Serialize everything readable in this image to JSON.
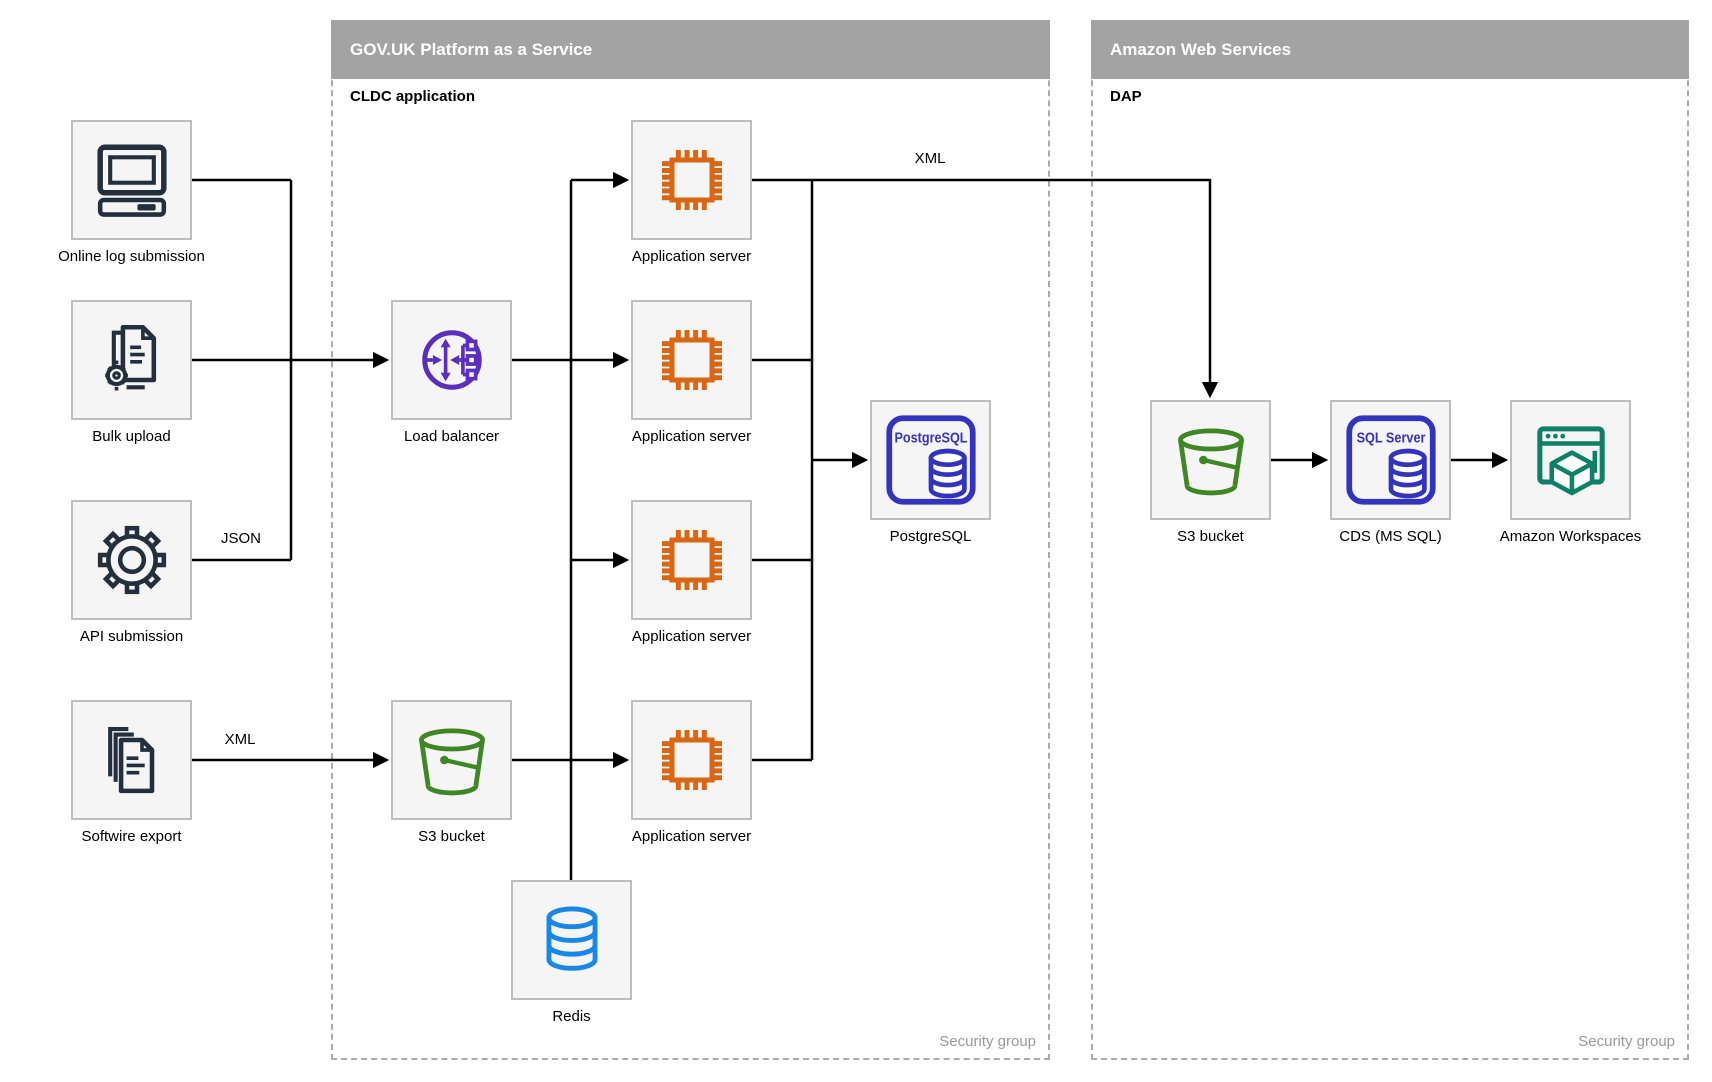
{
  "govuk_container": {
    "title": "GOV.UK Platform as a Service",
    "sublabel": "CLDC application",
    "footer": "Security group"
  },
  "aws_container": {
    "title": "Amazon Web Services",
    "sublabel": "DAP",
    "footer": "Security group"
  },
  "nodes": {
    "online_log_submission": {
      "label": "Online log submission"
    },
    "bulk_upload": {
      "label": "Bulk upload"
    },
    "api_submission": {
      "label": "API submission"
    },
    "softwire_export": {
      "label": "Softwire export"
    },
    "load_balancer": {
      "label": "Load balancer"
    },
    "application_server": {
      "label": "Application server"
    },
    "postgresql": {
      "label": "PostgreSQL",
      "badge": "PostgreSQL"
    },
    "s3_bucket_paas": {
      "label": "S3 bucket"
    },
    "redis": {
      "label": "Redis"
    },
    "s3_bucket_aws": {
      "label": "S3 bucket"
    },
    "cds": {
      "label": "CDS (MS SQL)",
      "badge": "SQL Server"
    },
    "amazon_workspaces": {
      "label": "Amazon Workspaces"
    }
  },
  "edge_labels": {
    "json": "JSON",
    "xml_to_s3": "XML",
    "xml_to_aws": "XML"
  },
  "colors": {
    "navy": "#242F3E",
    "orange": "#D86613",
    "purple": "#5A2FBB",
    "green": "#3F8624",
    "pgblue": "#3334BE",
    "redisblue": "#1787E8",
    "teal": "#0D8066",
    "headerbg": "#A3A3A3",
    "boxbg": "#F5F5F5",
    "boxborder": "#BDBDBD",
    "dashborder": "#ABABAB",
    "footertext": "#9A9A9A",
    "line": "#000000"
  }
}
